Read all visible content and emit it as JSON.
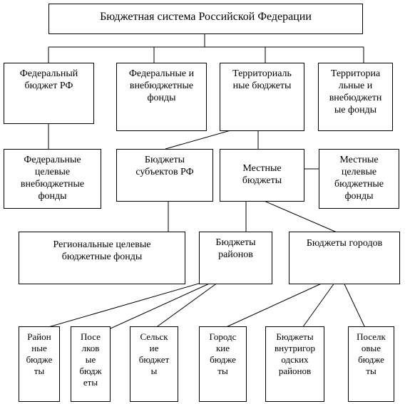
{
  "title": "Бюджетная система Российской Федерации",
  "level1": {
    "federal_budget": "Федеральный\nбюджет РФ",
    "federal_offbudget": "Федеральные и\nвнебюджетные\nфонды",
    "territorial_budgets": "Территориаль\nные бюджеты",
    "territorial_offbudget": "Территориа\nльные и\nвнебюджетн\nые фонды"
  },
  "level2": {
    "federal_target": "Федеральные\nцелевые\nвнебюджетные\nфонды",
    "subjects": "Бюджеты\nсубъектов РФ",
    "local": "Местные\nбюджеты",
    "local_target": "Местные\nцелевые\nбюджетные\nфонды"
  },
  "level3": {
    "regional_target": "Региональные целевые\nбюджетные фонды",
    "districts": "Бюджеты\nрайонов",
    "cities": "Бюджеты городов"
  },
  "level4": {
    "district": "Район\nные\nбюдже\nты",
    "settlement": "Посе\nлков\nые\nбюдж\nеты",
    "rural": "Сельск\nие\nбюджет\nы",
    "urban": "Городс\nкие\nбюдже\nты",
    "intracity": "Бюджеты\nвнутригор\nодских\nрайонов",
    "township": "Поселк\nовые\nбюдже\nты"
  }
}
